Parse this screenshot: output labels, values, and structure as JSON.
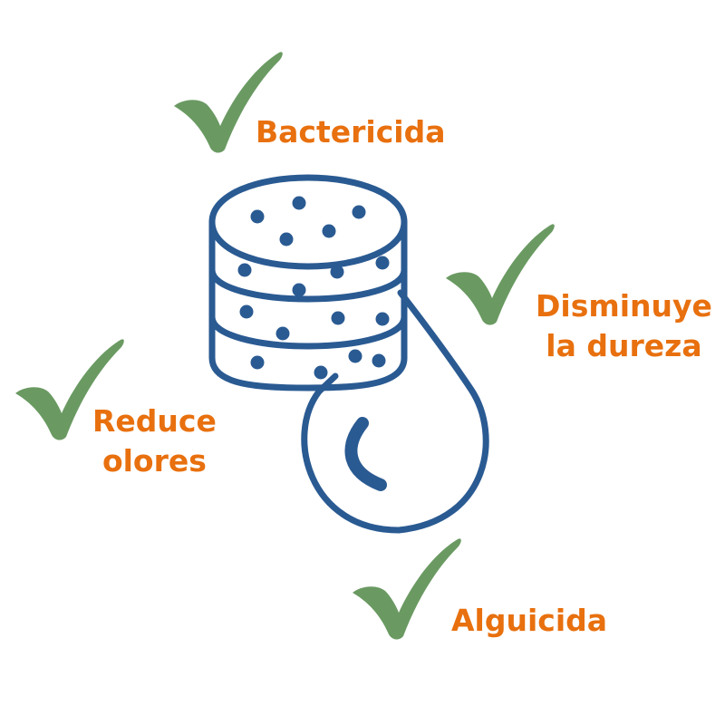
{
  "colors": {
    "accent_text": "#E8700E",
    "check": "#6A9A62",
    "icon": "#2A5A92",
    "background": "#FFFFFF"
  },
  "icons": {
    "center": "water-softener-filter-with-drop-icon",
    "check": "check-mark-icon"
  },
  "benefits": {
    "bactericida": {
      "line1": "Bactericida"
    },
    "dureza": {
      "line1": "Disminuye",
      "line2": "la dureza"
    },
    "olores": {
      "line1": "Reduce",
      "line2": "olores"
    },
    "alguicida": {
      "line1": "Alguicida"
    }
  }
}
